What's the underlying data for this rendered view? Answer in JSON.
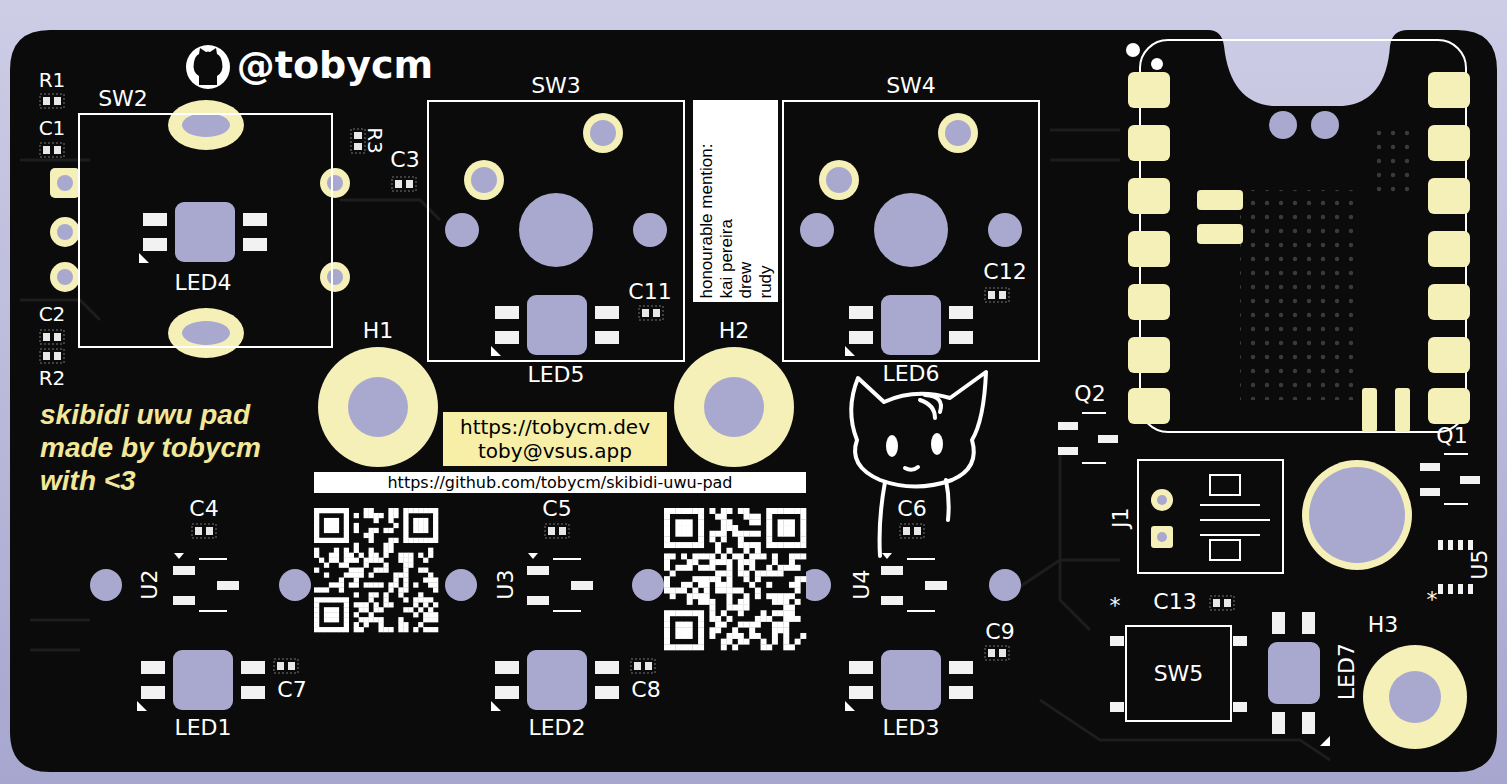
{
  "diagram": {
    "nodes": [
      {
        "text": [
          "SW2"
        ]
      },
      {
        "text": [
          "SW3"
        ]
      },
      {
        "text": [
          "honourable mention:",
          "kai pereira",
          "drew",
          "rudy"
        ]
      },
      {
        "text": [
          "SW4"
        ]
      },
      {
        "text": [
          "https://tobycm.dev",
          "toby@vsus.app"
        ]
      },
      {
        "text": [
          "https://github.com/tobycm/skibidi-uwu-pad"
        ]
      },
      {
        "text": [
          "SW5"
        ]
      }
    ],
    "labels": [
      "@tobycm",
      "R1",
      "C1",
      "C2",
      "R2",
      "R3",
      "C3",
      "LED4",
      "H1",
      "H2",
      "LED5",
      "LED6",
      "C11",
      "C12",
      "Q2",
      "Q1",
      "J1",
      "*",
      "C13",
      "*",
      "U5",
      "LED7",
      "H3",
      "skibidi uwu pad made by tobycm with <3",
      "C4",
      "C5",
      "C6",
      "U2",
      "U3",
      "U4",
      "C7",
      "C8",
      "C9",
      "LED1",
      "LED2",
      "LED3"
    ]
  }
}
